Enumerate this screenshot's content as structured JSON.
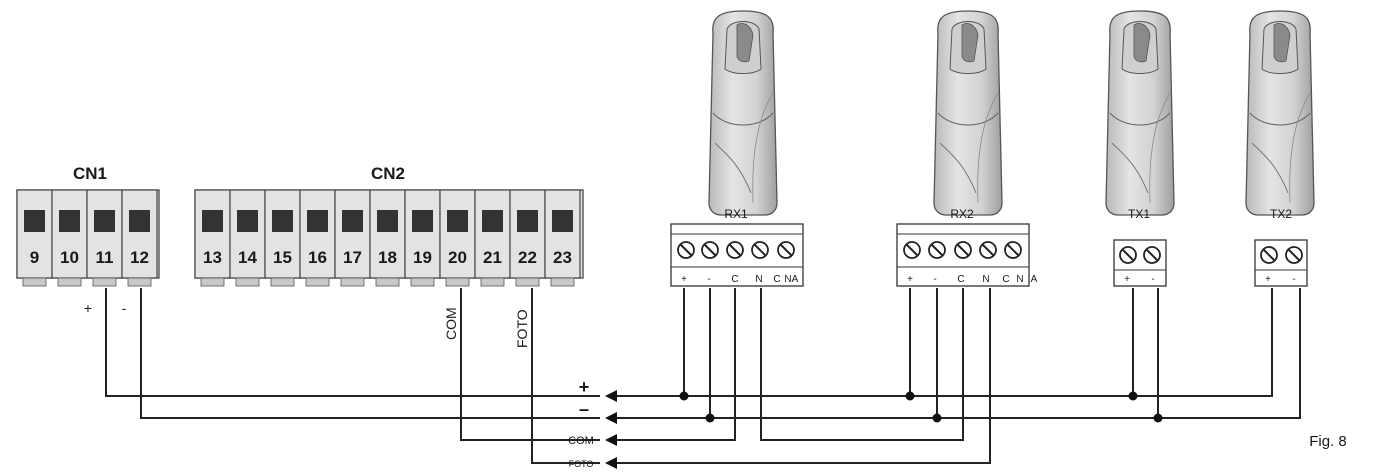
{
  "connectors": {
    "cn1": {
      "title": "CN1",
      "terminals": [
        "9",
        "10",
        "11",
        "12"
      ]
    },
    "cn2": {
      "title": "CN2",
      "terminals": [
        "13",
        "14",
        "15",
        "16",
        "17",
        "18",
        "19",
        "20",
        "21",
        "22",
        "23"
      ]
    }
  },
  "pin_labels": {
    "plus": "+",
    "minus": "-",
    "com": "COM",
    "foto": "FOTO"
  },
  "devices": {
    "rx1": {
      "label": "RX1",
      "terminals": [
        "+",
        "-",
        "C",
        "N",
        "C",
        "N",
        "A"
      ]
    },
    "rx2": {
      "label": "RX2",
      "terminals": [
        "+",
        "-",
        "C",
        "N",
        "C",
        "N",
        "A"
      ]
    },
    "tx1": {
      "label": "TX1",
      "terminals": [
        "+",
        "-"
      ]
    },
    "tx2": {
      "label": "TX2",
      "terminals": [
        "+",
        "-"
      ]
    }
  },
  "bus": {
    "plus": "+",
    "minus": "–",
    "com": "COM",
    "foto": "FOTO"
  },
  "figure_label": "Fig. 8"
}
